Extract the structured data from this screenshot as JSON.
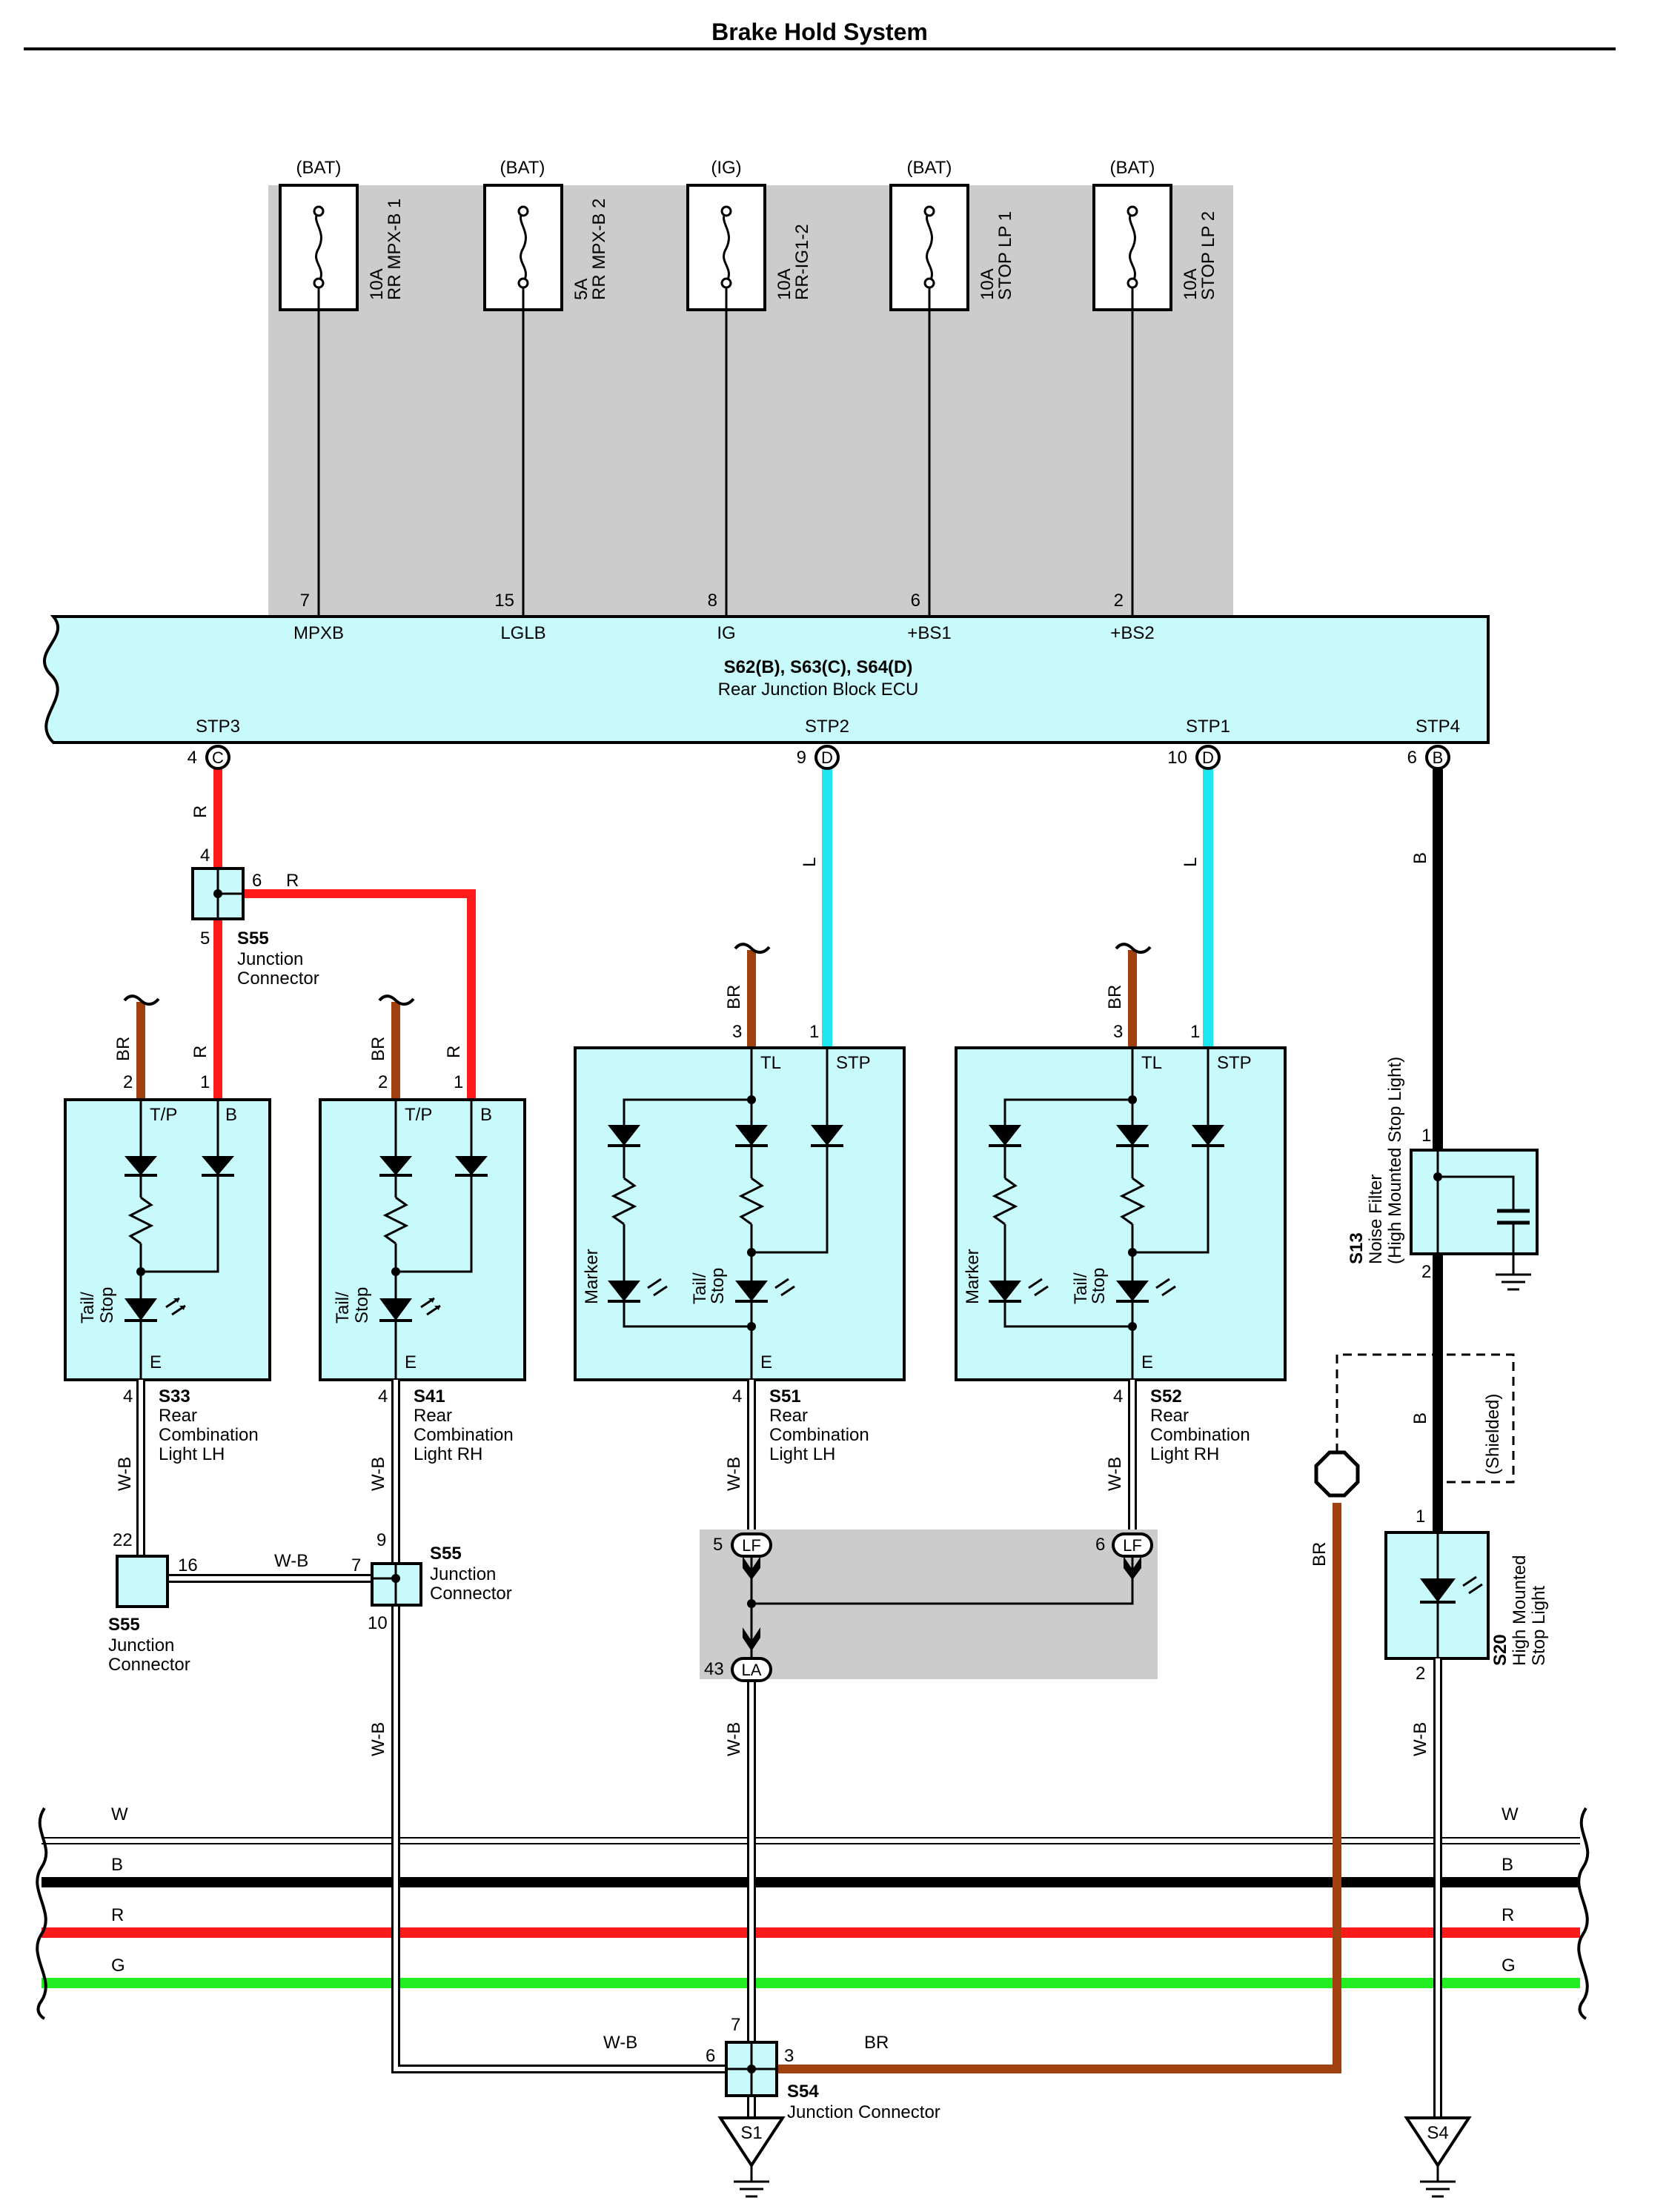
{
  "title": "Brake Hold System",
  "fuses": [
    {
      "source": "(BAT)",
      "amp": "10A",
      "name": "RR MPX-B 1",
      "pin": "7",
      "terminal": "MPXB"
    },
    {
      "source": "(BAT)",
      "amp": "5A",
      "name": "RR MPX-B 2",
      "pin": "15",
      "terminal": "LGLB"
    },
    {
      "source": "(IG)",
      "amp": "10A",
      "name": "RR-IG1-2",
      "pin": "8",
      "terminal": "IG"
    },
    {
      "source": "(BAT)",
      "amp": "10A",
      "name": "STOP LP 1",
      "pin": "6",
      "terminal": "+BS1"
    },
    {
      "source": "(BAT)",
      "amp": "10A",
      "name": "STOP LP 2",
      "pin": "2",
      "terminal": "+BS2"
    }
  ],
  "ecu": {
    "connectors": "S62(B), S63(C), S64(D)",
    "name": "Rear Junction Block ECU",
    "outputs": [
      {
        "terminal": "STP3",
        "pin": "4",
        "conn": "C"
      },
      {
        "terminal": "STP2",
        "pin": "9",
        "conn": "D"
      },
      {
        "terminal": "STP1",
        "pin": "10",
        "conn": "D"
      },
      {
        "terminal": "STP4",
        "pin": "6",
        "conn": "B"
      }
    ]
  },
  "wire_colors": {
    "R": "R",
    "L": "L",
    "B": "B",
    "BR": "BR",
    "WB": "W-B",
    "W": "W",
    "G": "G"
  },
  "colors": {
    "red": "#ff1a1a",
    "light_blue": "#1de6f0",
    "brown": "#a0400f",
    "black": "#000000",
    "green": "#22ee22",
    "component_fill": "#c8fafc",
    "shade": "#cccccc"
  },
  "s55_top": {
    "id": "S55",
    "desc1": "Junction",
    "desc2": "Connector",
    "pin_in": "4",
    "pin_out": "6",
    "pin_down": "5"
  },
  "lights": {
    "s33": {
      "id": "S33",
      "l1": "Rear",
      "l2": "Combination",
      "l3": "Light LH",
      "p_tp": "2",
      "p_b": "1",
      "p_e": "4",
      "tp": "T/P",
      "b": "B",
      "e": "E",
      "lamp": "Tail/",
      "lamp2": "Stop"
    },
    "s41": {
      "id": "S41",
      "l1": "Rear",
      "l2": "Combination",
      "l3": "Light RH",
      "p_tp": "2",
      "p_b": "1",
      "p_e": "4",
      "tp": "T/P",
      "b": "B",
      "e": "E",
      "lamp": "Tail/",
      "lamp2": "Stop"
    },
    "s51": {
      "id": "S51",
      "l1": "Rear",
      "l2": "Combination",
      "l3": "Light LH",
      "p_tl": "3",
      "p_stp": "1",
      "p_e": "4",
      "tl": "TL",
      "stp": "STP",
      "e": "E",
      "marker": "Marker",
      "lamp": "Tail/",
      "lamp2": "Stop"
    },
    "s52": {
      "id": "S52",
      "l1": "Rear",
      "l2": "Combination",
      "l3": "Light RH",
      "p_tl": "3",
      "p_stp": "1",
      "p_e": "4",
      "tl": "TL",
      "stp": "STP",
      "e": "E",
      "marker": "Marker",
      "lamp": "Tail/",
      "lamp2": "Stop"
    }
  },
  "s55_left": {
    "id": "S55",
    "desc1": "Junction",
    "desc2": "Connector",
    "pin_in": "22",
    "pin_out": "16"
  },
  "s55_mid": {
    "id": "S55",
    "desc1": "Junction",
    "desc2": "Connector",
    "pin_in": "9",
    "pin_side": "7",
    "pin_out": "10"
  },
  "splice": {
    "pin1": "5",
    "pin2": "6",
    "pin3": "43",
    "lf": "LF",
    "la": "LA"
  },
  "s13": {
    "id": "S13",
    "l1": "Noise Filter",
    "l2": "(High Mounted Stop Light)",
    "p1": "1",
    "p2": "2"
  },
  "shielded": "(Shielded)",
  "s20": {
    "id": "S20",
    "l1": "High Mounted",
    "l2": "Stop Light",
    "p1": "1",
    "p2": "2"
  },
  "s54": {
    "id": "S54",
    "desc": "Junction Connector",
    "p7": "7",
    "p6": "6",
    "p3": "3"
  },
  "grounds": {
    "s1": "S1",
    "s4": "S4"
  }
}
